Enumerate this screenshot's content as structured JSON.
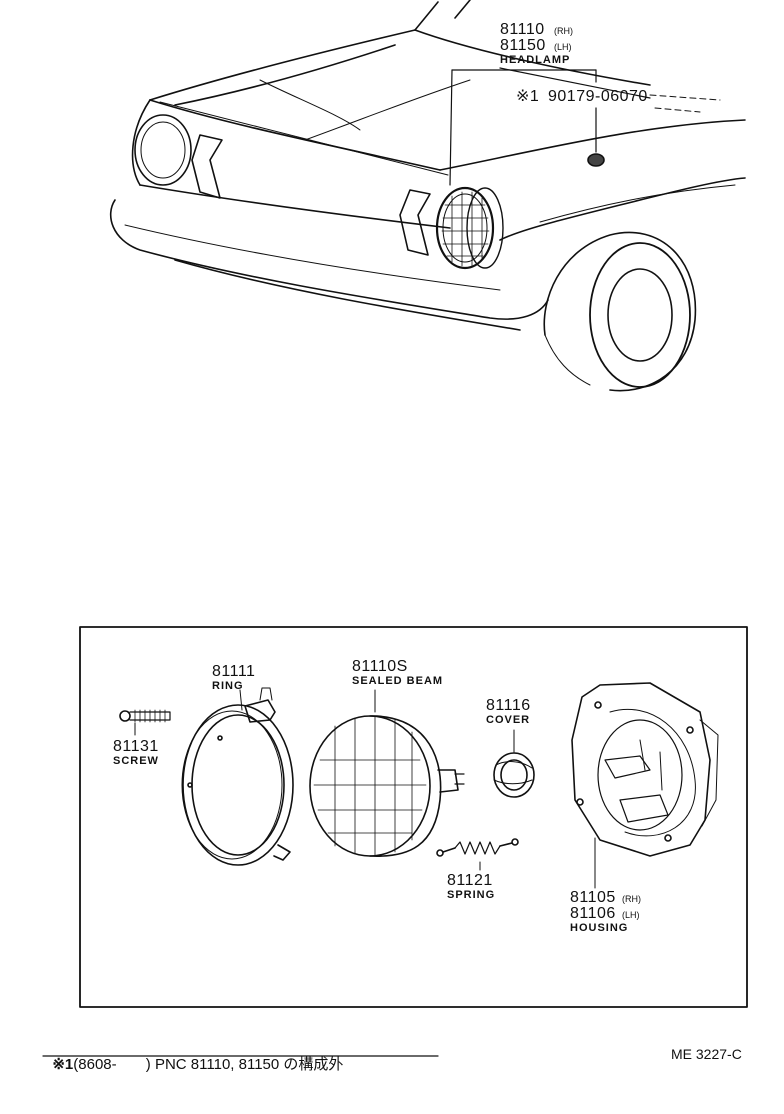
{
  "top": {
    "pnc_rh": "81110",
    "pnc_rh_suffix": "(RH)",
    "pnc_lh": "81150",
    "pnc_lh_suffix": "(LH)",
    "headlamp_caption": "HEADLAMP",
    "mark": "※1",
    "clip_part": "90179-06070"
  },
  "exploded": {
    "ring_num": "81111",
    "ring_caption": "RING",
    "beam_num": "81110S",
    "beam_caption": "SEALED BEAM",
    "cover_num": "81116",
    "cover_caption": "COVER",
    "screw_num": "81131",
    "screw_caption": "SCREW",
    "spring_num": "81121",
    "spring_caption": "SPRING",
    "housing_rh": "81105",
    "housing_rh_suffix": "(RH)",
    "housing_lh": "81106",
    "housing_lh_suffix": "(LH)",
    "housing_caption": "HOUSING"
  },
  "footer": {
    "note_mark": "※1",
    "note_text": "(8608-       ) PNC 81110, 81150 の構成外",
    "code": "ME 3227-C"
  }
}
